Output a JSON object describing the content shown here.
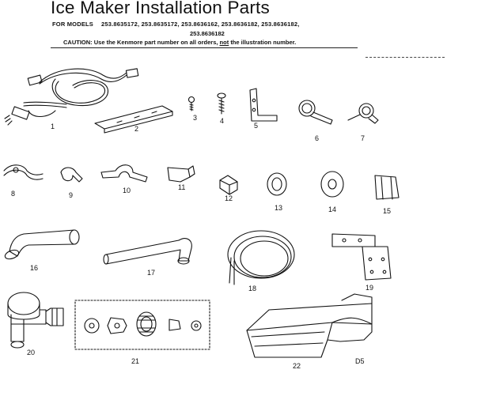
{
  "header": {
    "title": "Ice Maker Installation Parts",
    "models_label": "FOR MODELS",
    "models_line1": "253.8635172, 253.8635172, 253.8636162, 253.8636182, 253.8636182,",
    "models_line2": "253.8636182",
    "caution_prefix": "CAUTION: Use the Kenmore part number on all orders,",
    "caution_emphasis": "not",
    "caution_suffix": "the illustration number."
  },
  "parts": {
    "p1": "1",
    "p2": "2",
    "p3": "3",
    "p4": "4",
    "p5": "5",
    "p6": "6",
    "p7": "7",
    "p8": "8",
    "p9": "9",
    "p10": "10",
    "p11": "11",
    "p12": "12",
    "p13": "13",
    "p14": "14",
    "p15": "15",
    "p16": "16",
    "p17": "17",
    "p18": "18",
    "p19": "19",
    "p20": "20",
    "p21": "21",
    "p22": "22",
    "code": "D5"
  }
}
